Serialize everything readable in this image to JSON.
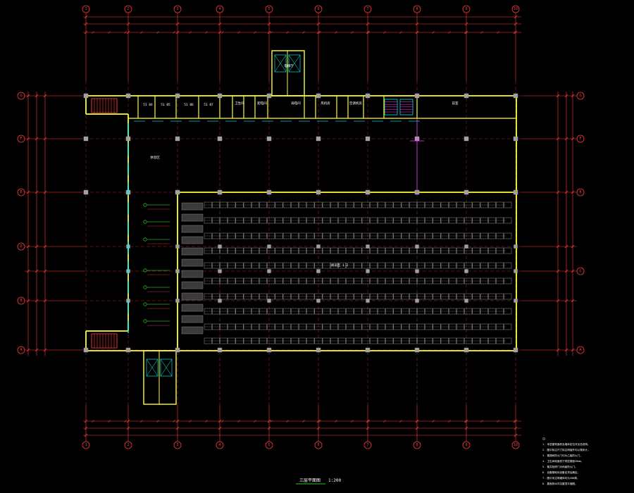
{
  "drawing": {
    "title": "三层平面图",
    "scale": "1:200"
  },
  "grid": {
    "cols": [
      "1",
      "2",
      "3",
      "4",
      "5",
      "6",
      "7",
      "8",
      "9",
      "10"
    ],
    "rows": [
      "G",
      "F",
      "E",
      "D",
      "C",
      "B",
      "A"
    ]
  },
  "rooms": [
    {
      "id": "r1",
      "label": "51 04"
    },
    {
      "id": "r2",
      "label": "51 05"
    },
    {
      "id": "r3",
      "label": "51 06"
    },
    {
      "id": "r4",
      "label": "51 07"
    },
    {
      "id": "r5",
      "label": "卫生间"
    },
    {
      "id": "r6",
      "label": "配电间"
    },
    {
      "id": "r7",
      "label": "弱电间"
    },
    {
      "id": "r8",
      "label": "风机房"
    },
    {
      "id": "r9",
      "label": "空调机房"
    },
    {
      "id": "r10",
      "label": "电梯厅"
    },
    {
      "id": "r11",
      "label": "前室"
    },
    {
      "id": "r12",
      "label": "休息区"
    }
  ],
  "hall_label": "阅览区 1 2",
  "notes": {
    "heading": "注：",
    "lines": [
      "1. 本层建筑面积及墙体定位详见总说明。",
      "2. 图中标注尺寸除注明者外均以毫米计。",
      "3. 楼梯间防火门均为乙级防火门。",
      "4. 卫生间地面低于同层楼面20mm。",
      "5. 管井检修门为丙级防火门。",
      "6. 设备基础待设备定货后确定。",
      "7. 图中未注明墙体均为200厚。",
      "8. 屋面排水详见屋顶平面图。"
    ]
  },
  "colors": {
    "grid": "#ff3b3b",
    "wall": "#ffff33",
    "column": "#a0a0a0",
    "cyan": "#00ffff",
    "magenta": "#ff33ff",
    "green": "#38ff38",
    "shelf": "#b8b8b8"
  }
}
